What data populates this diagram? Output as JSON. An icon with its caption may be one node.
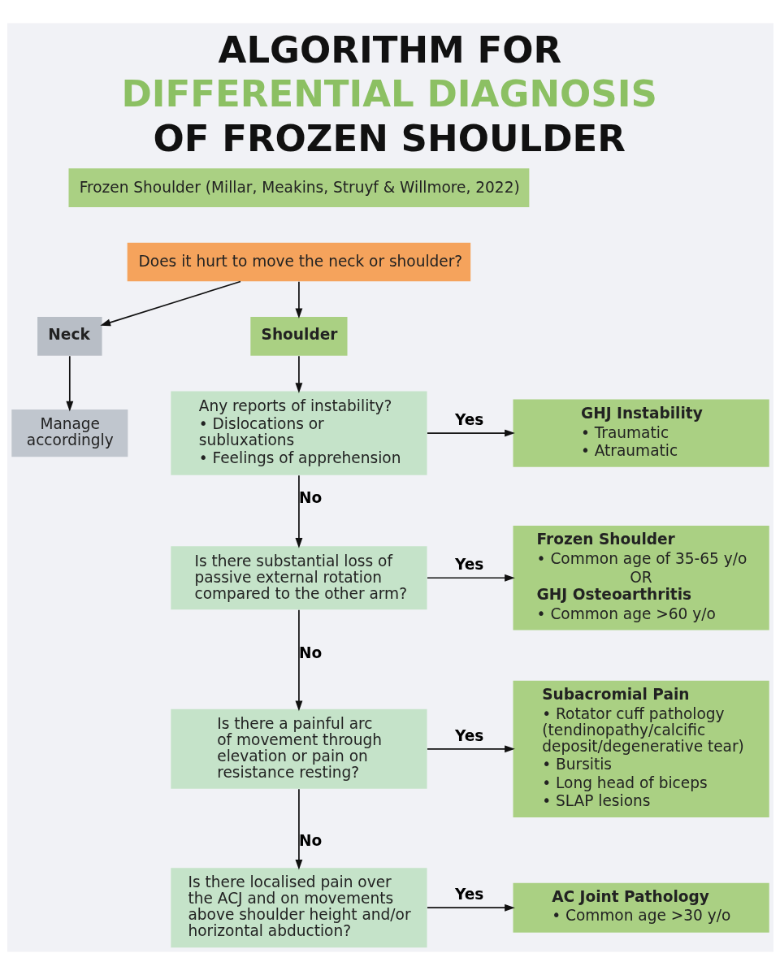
{
  "diagram": {
    "title": "ALGORITHM FOR DIFFERENTIAL DIAGNOSIS OF FROZEN SHOULDER",
    "nodes": [
      {
        "text": [
          "Frozen Shoulder (Millar, Meakins, Struyf & Willmore, 2022)"
        ]
      },
      {
        "text": [
          "Does it hurt to move the neck or shoulder?"
        ]
      },
      {
        "text": [
          "Neck"
        ]
      },
      {
        "text": [
          "Shoulder"
        ]
      },
      {
        "text": [
          "Manage accordingly"
        ]
      },
      {
        "text": [
          "Any reports of instability?",
          "• Dislocations or subluxations",
          "• Feelings of apprehension"
        ]
      },
      {
        "text": [
          "GHJ Instability",
          "• Traumatic",
          "• Atraumatic"
        ]
      },
      {
        "text": [
          "Is there substantial loss of passive external rotation compared to the other arm?"
        ]
      },
      {
        "text": [
          "Frozen Shoulder",
          "• Common age of 35-65 y/o",
          "OR",
          "GHJ Osteoarthritis",
          "• Common age >60 y/o"
        ]
      },
      {
        "text": [
          "Is there a painful arc of movement through elevation or pain on resistance resting?"
        ]
      },
      {
        "text": [
          "Subacromial Pain",
          "• Rotator cuff pathology (tendinopathy/calcific deposit/degenerative tear)",
          "• Bursitis",
          "• Long head of biceps",
          "• SLAP lesions"
        ]
      },
      {
        "text": [
          "Is there localised pain over the ACJ and on movements above shoulder height and/or horizontal abduction?"
        ]
      },
      {
        "text": [
          "AC Joint Pathology",
          "• Common age >30 y/o"
        ]
      }
    ],
    "edges": [
      {
        "from": 1,
        "to": 2,
        "arrow": "to"
      },
      {
        "from": 1,
        "to": 3,
        "arrow": "to"
      },
      {
        "from": 2,
        "to": 4,
        "arrow": "to"
      },
      {
        "from": 3,
        "to": 5,
        "arrow": "to"
      },
      {
        "from": 5,
        "to": 6,
        "arrow": "to",
        "label": "Yes"
      },
      {
        "from": 5,
        "to": 7,
        "arrow": "to",
        "label": "No"
      },
      {
        "from": 7,
        "to": 8,
        "arrow": "to",
        "label": "Yes"
      },
      {
        "from": 7,
        "to": 9,
        "arrow": "to",
        "label": "No"
      },
      {
        "from": 9,
        "to": 10,
        "arrow": "to",
        "label": "Yes"
      },
      {
        "from": 9,
        "to": 11,
        "arrow": "to",
        "label": "No"
      },
      {
        "from": 11,
        "to": 12,
        "arrow": "to",
        "label": "Yes"
      }
    ]
  }
}
